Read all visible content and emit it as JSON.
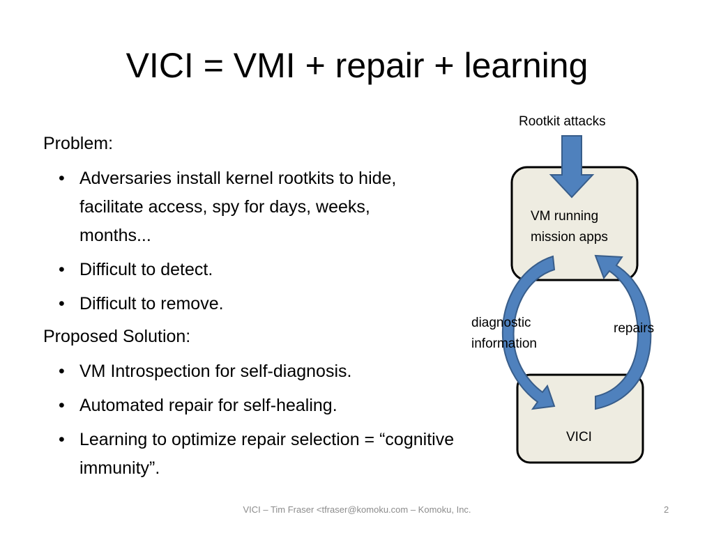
{
  "title": "VICI = VMI + repair + learning",
  "body": {
    "problem_heading": "Problem:",
    "problem_bullets": [
      "Adversaries install kernel rootkits to hide, facilitate access, spy for days, weeks, months...",
      "Difficult to detect.",
      "Difficult to remove."
    ],
    "solution_heading": "Proposed Solution:",
    "solution_bullets": [
      "VM Introspection for self-diagnosis.",
      "Automated repair for self-healing.",
      "Learning to optimize repair selection = “cognitive immunity”."
    ],
    "bullet_char": "•"
  },
  "diagram": {
    "top_label": "Rootkit attacks",
    "vm_box_line1": "VM running",
    "vm_box_line2": "mission apps",
    "vici_box": "VICI",
    "left_label_line1": "diagnostic",
    "left_label_line2": "information",
    "right_label": "repairs"
  },
  "footer": {
    "text": "VICI – Tim Fraser <tfraser@komoku.com – Komoku, Inc.",
    "page_number": "2"
  },
  "colors": {
    "box_fill": "#eeece1",
    "arrow_fill": "#4f81bd",
    "arrow_stroke": "#385d8a",
    "footer_text": "#8c8c8c"
  }
}
